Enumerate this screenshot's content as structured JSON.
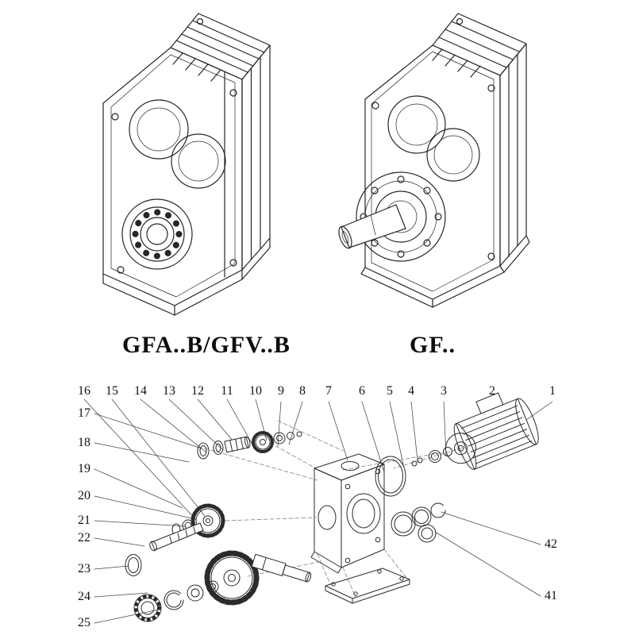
{
  "page": {
    "background": "#ffffff",
    "line_color": "#262626"
  },
  "products": {
    "left_model": "GFA..B/GFV..B",
    "right_model": "GF.."
  },
  "exploded": {
    "top_labels": [
      "16",
      "15",
      "14",
      "13",
      "12",
      "11",
      "10",
      "9",
      "8",
      "7",
      "6",
      "5",
      "4",
      "3",
      "2",
      "1"
    ],
    "left_labels": [
      "17",
      "18",
      "19",
      "20",
      "21",
      "22",
      "23",
      "24",
      "25"
    ],
    "right_labels": [
      "42",
      "41"
    ]
  }
}
